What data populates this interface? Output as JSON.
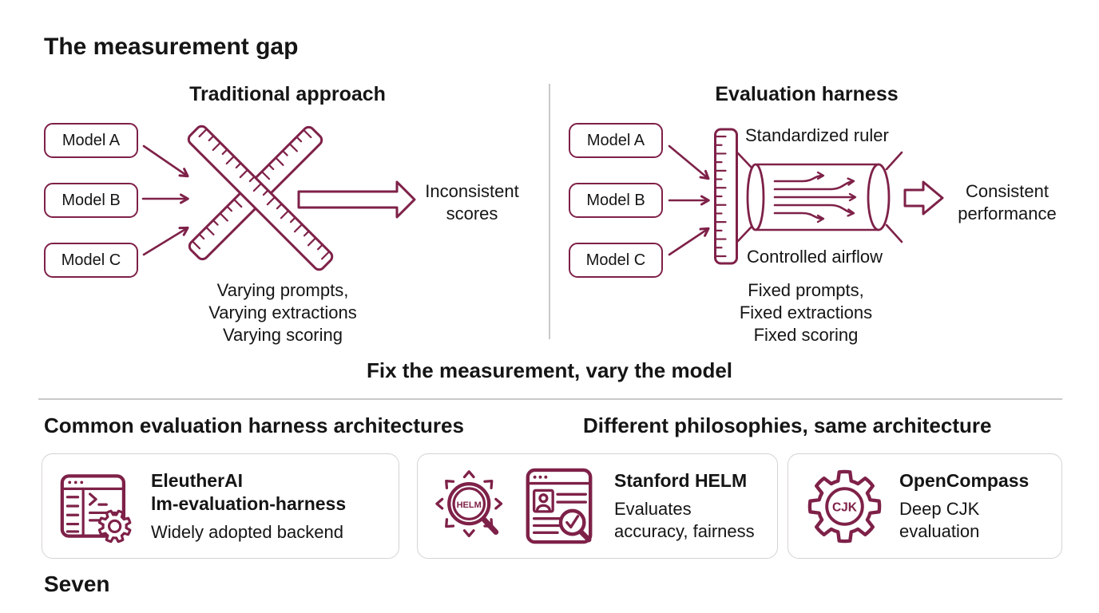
{
  "title": "The measurement gap",
  "left_panel": {
    "heading": "Traditional approach",
    "models": [
      "Model A",
      "Model B",
      "Model C"
    ],
    "result_lines": [
      "Inconsistent",
      "scores"
    ],
    "caption_lines": [
      "Varying prompts,",
      "Varying extractions",
      "Varying scoring"
    ]
  },
  "right_panel": {
    "heading": "Evaluation harness",
    "models": [
      "Model A",
      "Model B",
      "Model C"
    ],
    "ruler_label": "Standardized ruler",
    "airflow_label": "Controlled airflow",
    "result_lines": [
      "Consistent",
      "performance"
    ],
    "caption_lines": [
      "Fixed prompts,",
      "Fixed extractions",
      "Fixed scoring"
    ]
  },
  "tagline": "Fix the measurement, vary the model",
  "bottom": {
    "left_heading": "Common evaluation harness architectures",
    "right_heading": "Different philosophies, same architecture",
    "cards": [
      {
        "icon": "terminal-window-gear-icon",
        "title_lines": [
          "EleutherAI",
          "lm-evaluation-harness"
        ],
        "subtitle_lines": [
          "Widely adopted backend"
        ]
      },
      {
        "icons": [
          "helm-magnifier-icon",
          "report-check-icon"
        ],
        "icon_label": "HELM",
        "title_lines": [
          "Stanford HELM"
        ],
        "subtitle_lines": [
          "Evaluates",
          "accuracy, fairness"
        ]
      },
      {
        "icon": "cjk-gear-icon",
        "icon_label": "CJK",
        "title_lines": [
          "OpenCompass"
        ],
        "subtitle_lines": [
          "Deep CJK",
          "evaluation"
        ]
      }
    ]
  },
  "footer": "Seven",
  "colors": {
    "accent": "#7e2148",
    "text": "#151515",
    "divider": "#c9c9c9",
    "card_border": "#d6d2d3"
  }
}
